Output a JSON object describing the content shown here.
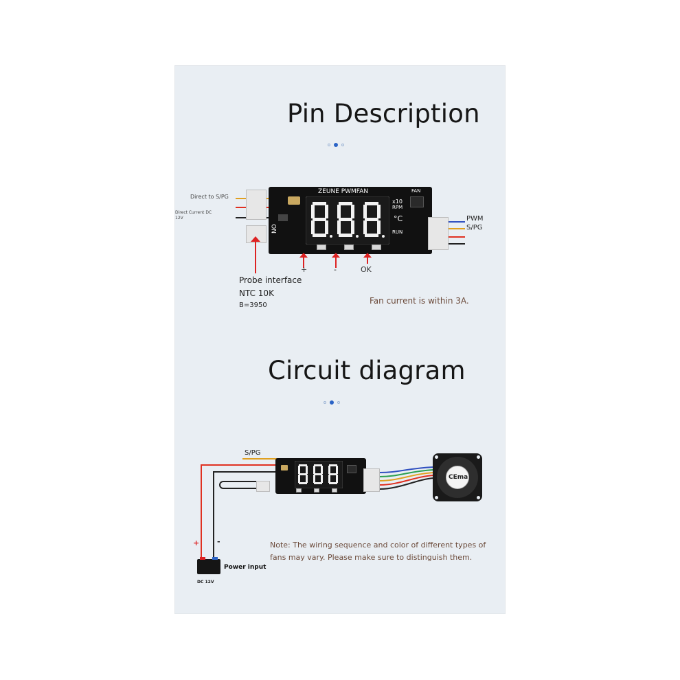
{
  "section1": {
    "title": "Pin Description",
    "board_label": "ZEUNE PWMFAN",
    "display_digits": "8.8.8.",
    "board_marks": {
      "x10": "x10",
      "rpm": "RPM",
      "celsius": "°C",
      "run": "RUN",
      "fan": "FAN",
      "no": "NO"
    },
    "left_labels": {
      "direct_spg": "Direct to S/PG",
      "direct_current": "Direct Current DC",
      "voltage": "12V"
    },
    "right_labels": {
      "pwm": "PWM",
      "spg": "S/PG"
    },
    "buttons": {
      "plus": "+",
      "minus": "-",
      "ok": "OK"
    },
    "probe": {
      "line1": "Probe interface",
      "line2": "NTC 10K",
      "line3": "B=3950"
    },
    "fan_current": "Fan current is within 3A."
  },
  "section2": {
    "title": "Circuit diagram",
    "spg_label": "S/PG",
    "display_digits": "8.8.8.",
    "fan_brand": "CEma",
    "plus": "+",
    "minus": "-",
    "power_input": "Power input",
    "dc_label": "DC 12V",
    "note_line1": "Note: The wiring sequence and color of different types of",
    "note_line2": "fans may vary. Please make sure to distinguish them."
  },
  "colors": {
    "background": "#e9eef3",
    "accent_dot": "#2b63c6",
    "red_arrow": "#d22222",
    "wire_red": "#e03020",
    "wire_yellow": "#e0a020",
    "wire_blue": "#3050c0",
    "note_text": "#6b4a3a"
  }
}
